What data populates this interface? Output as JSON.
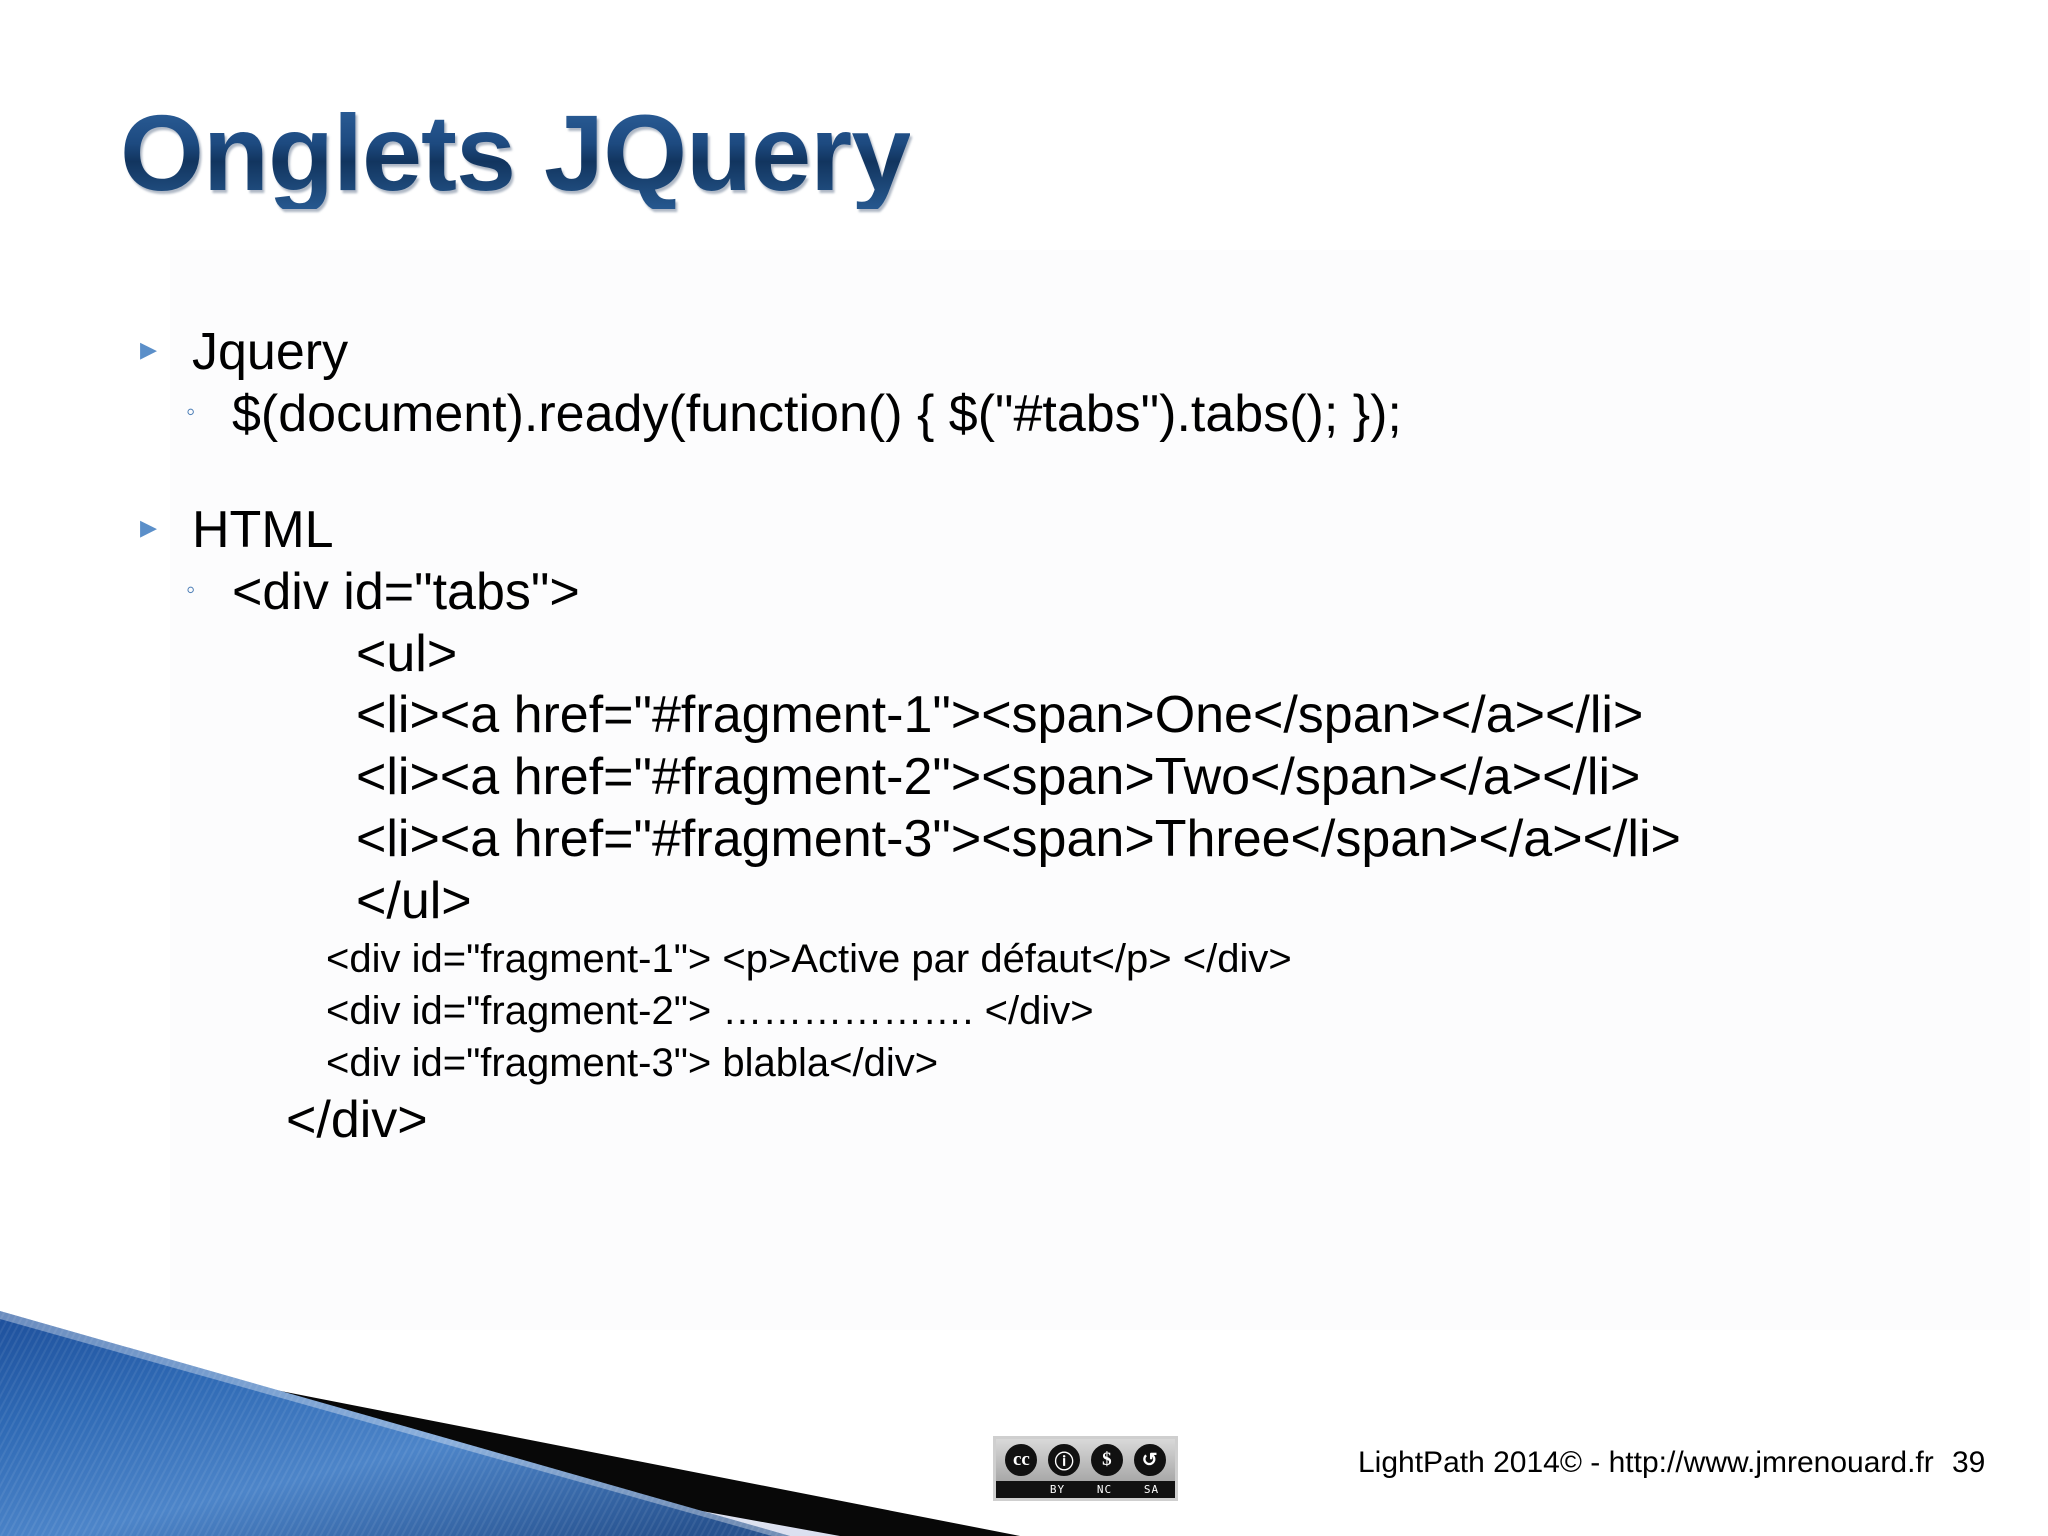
{
  "slide": {
    "title": "Onglets JQuery",
    "title_color": "#1F4E87",
    "bullet_triangle_color": "#5B8FC9",
    "bullet_circle_color": "#4A7CB5",
    "background_color": "#FFFFFF",
    "text_color": "#000000"
  },
  "icons": {
    "triangle_bullet": "▸",
    "circle_bullet": "◦"
  },
  "body": {
    "sections": [
      {
        "heading": "Jquery",
        "lines": [
          {
            "level": 2,
            "text": "$(document).ready(function() { $(\"#tabs\").tabs(); });"
          }
        ]
      },
      {
        "heading": "HTML",
        "lines": [
          {
            "level": 2,
            "text": "<div id=\"tabs\">"
          },
          {
            "level": "code-lg",
            "text": "<ul>"
          },
          {
            "level": "code-lg",
            "text": "<li><a href=\"#fragment-1\"><span>One</span></a></li>"
          },
          {
            "level": "code-lg",
            "text": "<li><a href=\"#fragment-2\"><span>Two</span></a></li>"
          },
          {
            "level": "code-lg",
            "text": "<li><a href=\"#fragment-3\"><span>Three</span></a></li>"
          },
          {
            "level": "code-lg",
            "text": "</ul>"
          },
          {
            "level": "code-md",
            "text": "<div id=\"fragment-1\"> <p>Active par défaut</p> </div>"
          },
          {
            "level": "code-md",
            "text": "<div id=\"fragment-2\"> ………………. </div>"
          },
          {
            "level": "code-md",
            "text": "<div id=\"fragment-3\"> blabla</div>"
          },
          {
            "level": "code-close",
            "text": "</div>"
          }
        ]
      }
    ]
  },
  "footer": {
    "license_badge": {
      "name": "cc-by-nc-sa-badge",
      "mark": "cc",
      "terms": [
        "BY",
        "NC",
        "SA"
      ],
      "glyphs": [
        "ⓘ",
        "$",
        "↺"
      ]
    },
    "credit": "LightPath 2014© - http://www.jmrenouard.fr",
    "page_number": "39"
  }
}
